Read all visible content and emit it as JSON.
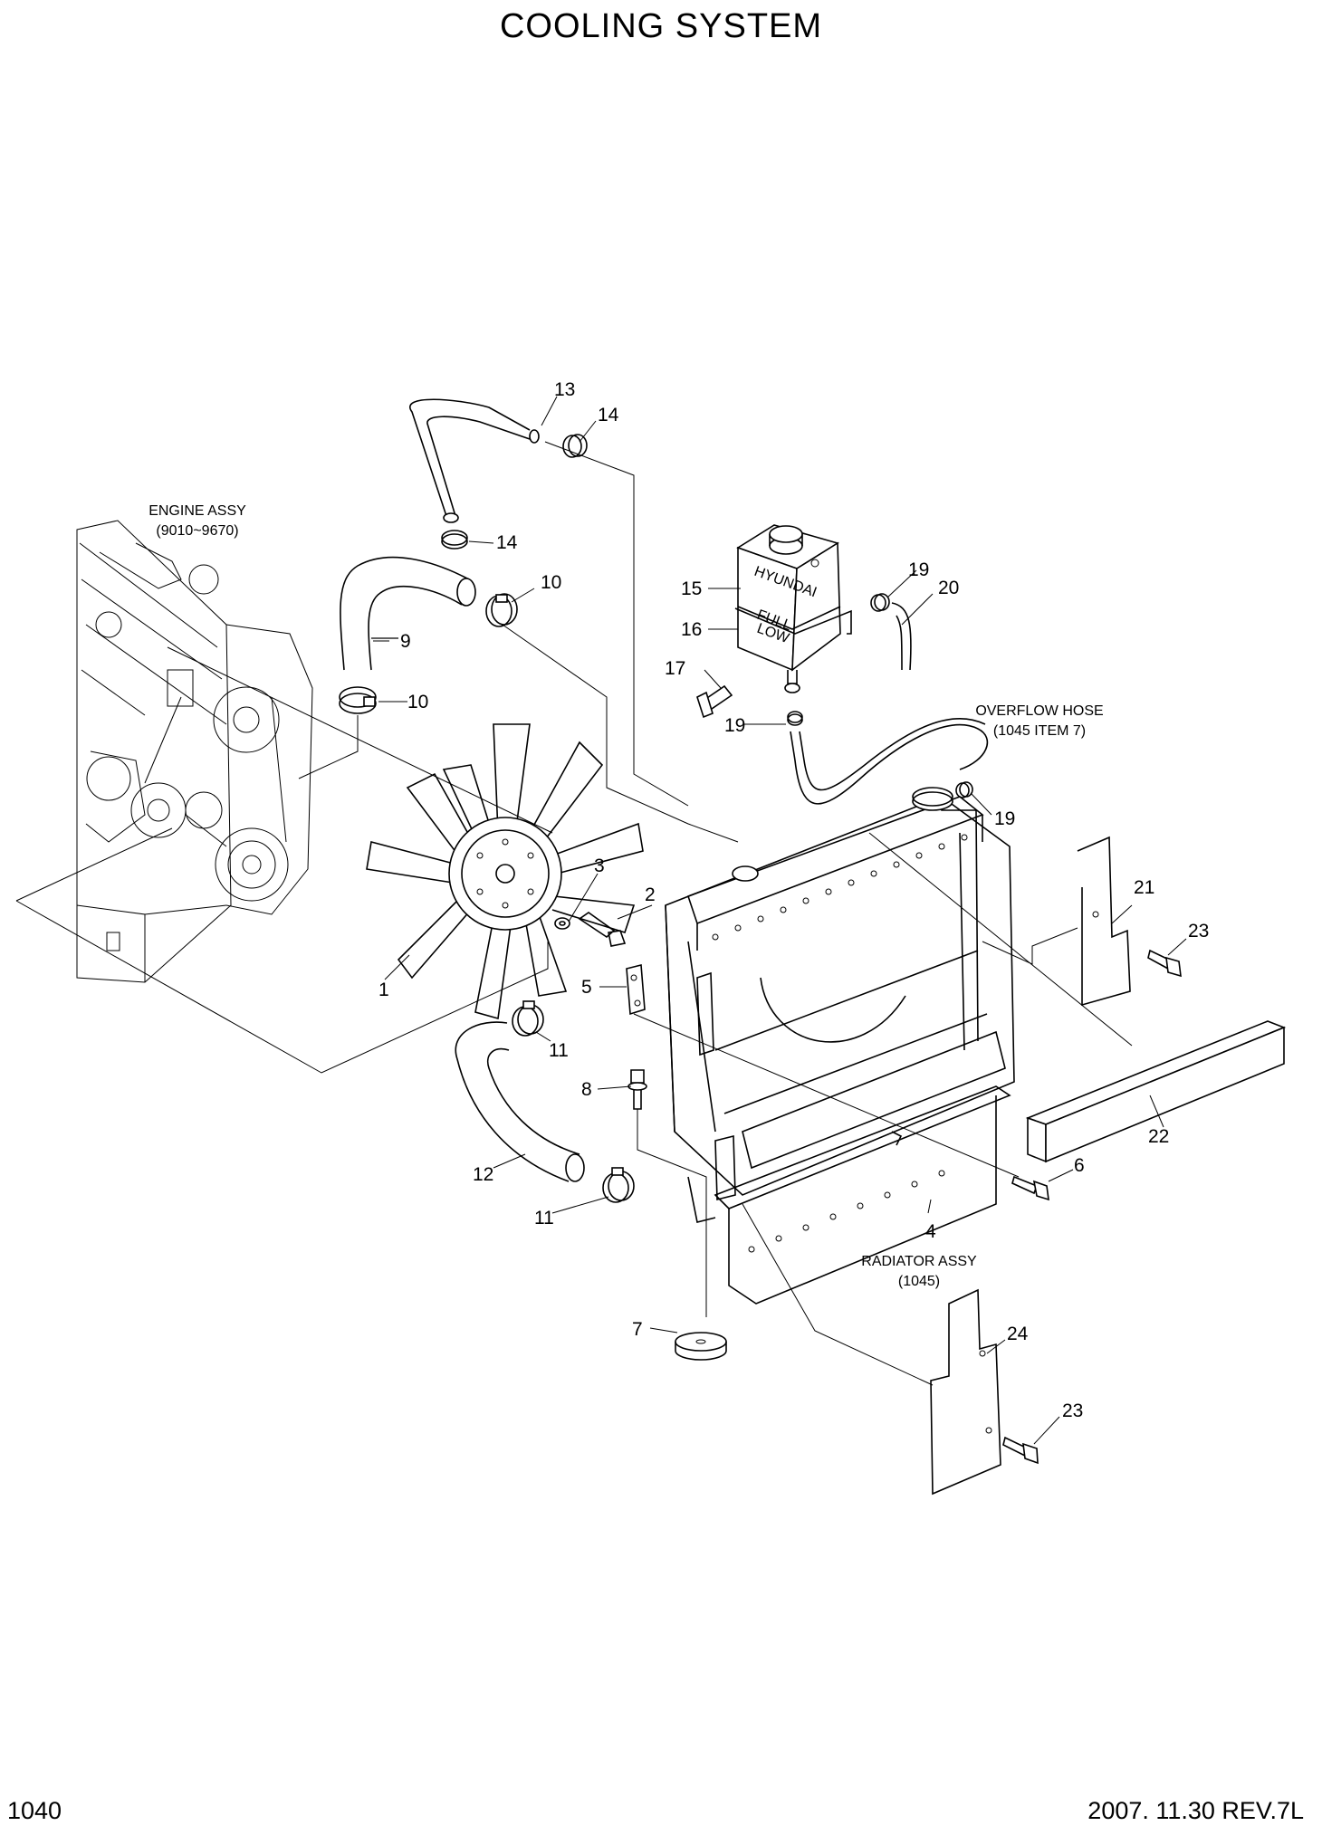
{
  "title": "COOLING SYSTEM",
  "page_number": "1040",
  "revision": "2007. 11.30  REV.7L",
  "notes": {
    "engine_assy": "ENGINE ASSY",
    "engine_assy_ref": "(9010~9670)",
    "overflow_hose": "OVERFLOW HOSE",
    "overflow_hose_ref": "(1045 ITEM 7)",
    "radiator_assy": "RADIATOR ASSY",
    "radiator_assy_ref": "(1045)",
    "tank_brand": "HYUNDAI",
    "tank_full": "FULL",
    "tank_low": "LOW"
  },
  "callouts": {
    "c1": "1",
    "c2": "2",
    "c3": "3",
    "c4": "4",
    "c5": "5",
    "c6": "6",
    "c7": "7",
    "c8": "8",
    "c9": "9",
    "c10a": "10",
    "c10b": "10",
    "c11a": "11",
    "c11b": "11",
    "c12": "12",
    "c13": "13",
    "c14a": "14",
    "c14b": "14",
    "c15": "15",
    "c16": "16",
    "c17": "17",
    "c19a": "19",
    "c19b": "19",
    "c19c": "19",
    "c20": "20",
    "c21": "21",
    "c22": "22",
    "c23a": "23",
    "c23b": "23",
    "c24": "24"
  }
}
